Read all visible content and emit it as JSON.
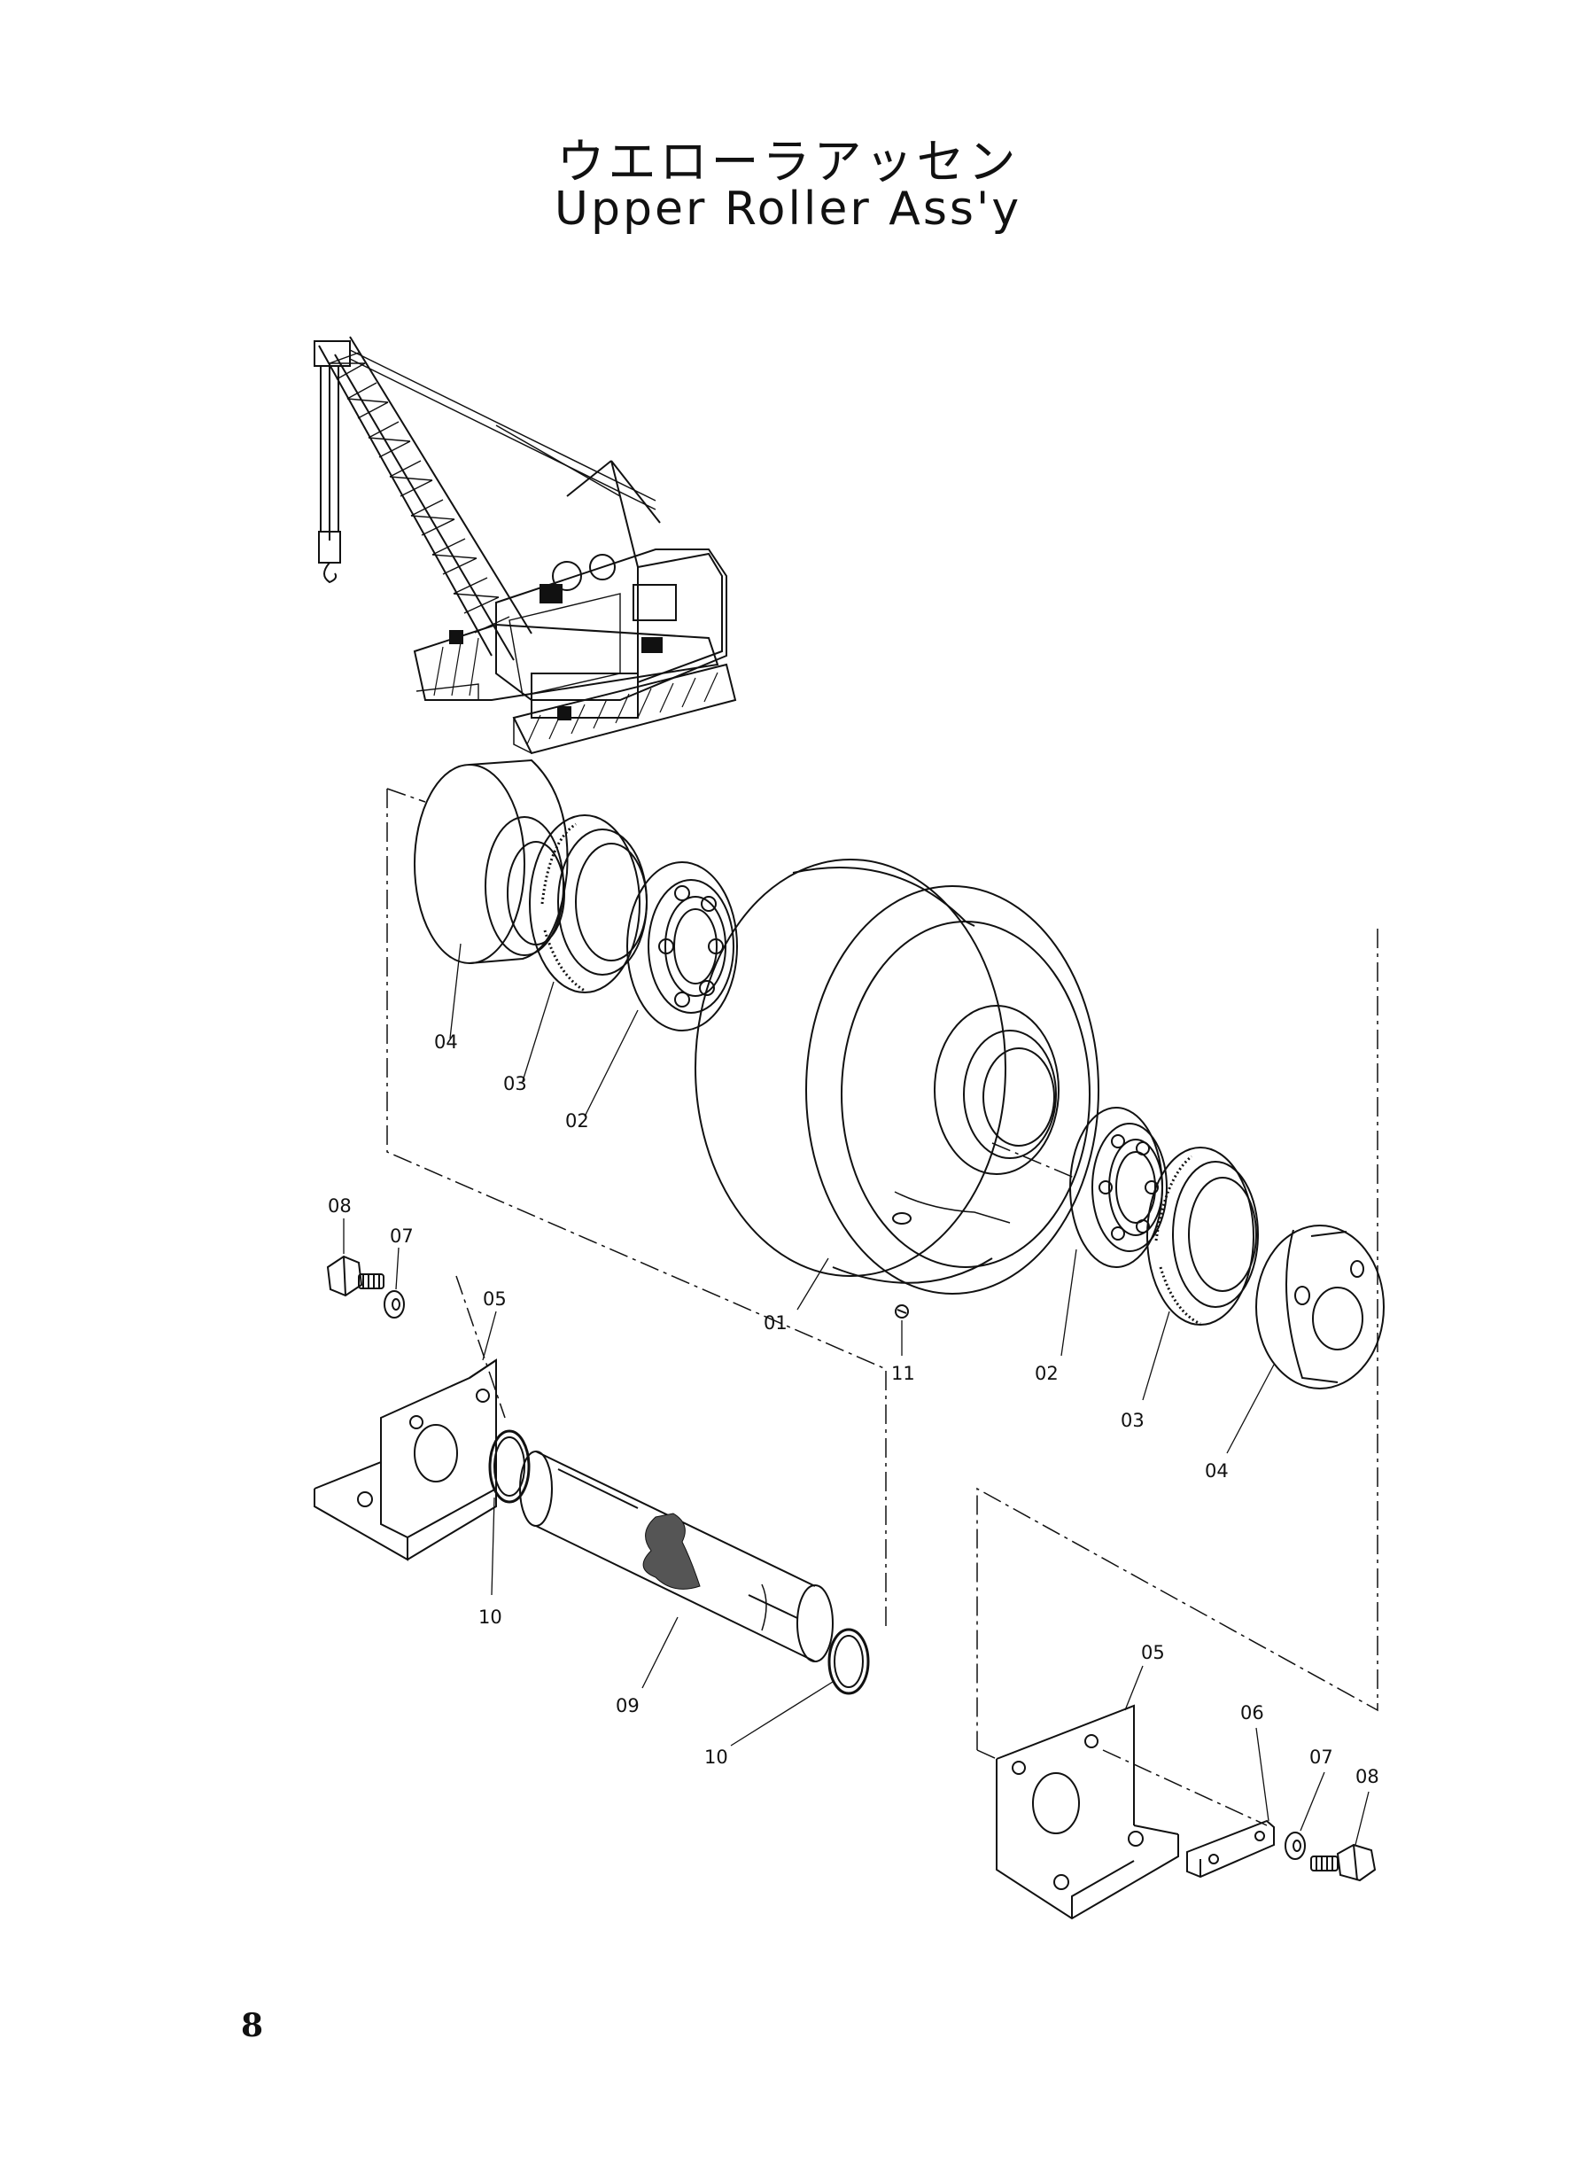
{
  "title_jp": "ウエローラアッセン",
  "title_en": "Upper Roller Ass'y",
  "page_number": "8",
  "callouts": {
    "c01": "01",
    "c02a": "02",
    "c02b": "02",
    "c03a": "03",
    "c03b": "03",
    "c04a": "04",
    "c04b": "04",
    "c05a": "05",
    "c05b": "05",
    "c06": "06",
    "c07a": "07",
    "c07b": "07",
    "c08a": "08",
    "c08b": "08",
    "c09": "09",
    "c10a": "10",
    "c10b": "10",
    "c11": "11"
  }
}
